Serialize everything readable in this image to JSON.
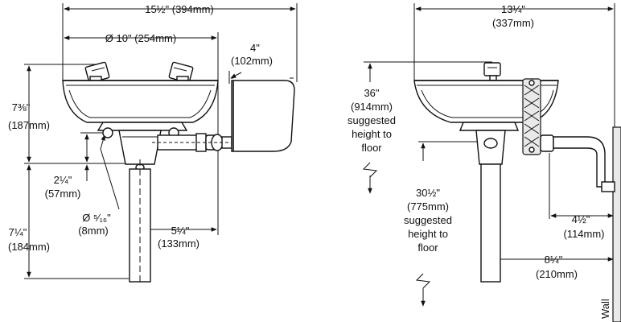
{
  "front_view": {
    "overall_width": "15½\" (394mm)",
    "bowl_diameter": "Ø 10\" (254mm)",
    "bracket_depth_a": "4\"",
    "bracket_depth_b": "(102mm)",
    "bowl_height_a": "7⅜\"",
    "bowl_height_b": "(187mm)",
    "outlet_offset_a": "2¼\"",
    "outlet_offset_b": "(57mm)",
    "hole_dia_a": "Ø ⁵⁄₁₆\"",
    "hole_dia_b": "(8mm)",
    "inlet_offset_a": "5¼\"",
    "inlet_offset_b": "(133mm)",
    "drain_length_a": "7¼\"",
    "drain_length_b": "(184mm)"
  },
  "side_view": {
    "overall_depth_a": "13¼\"",
    "overall_depth_b": "(337mm)",
    "rim_height": [
      "36\"",
      "(914mm)",
      "suggested",
      "height to",
      "floor"
    ],
    "outlet_height": [
      "30½\"",
      "(775mm)",
      "suggested",
      "height to",
      "floor"
    ],
    "wall_to_inlet_a": "4½\"",
    "wall_to_inlet_b": "(114mm)",
    "wall_to_drain_a": "8¼\"",
    "wall_to_drain_b": "(210mm)",
    "wall_label": "Wall"
  }
}
